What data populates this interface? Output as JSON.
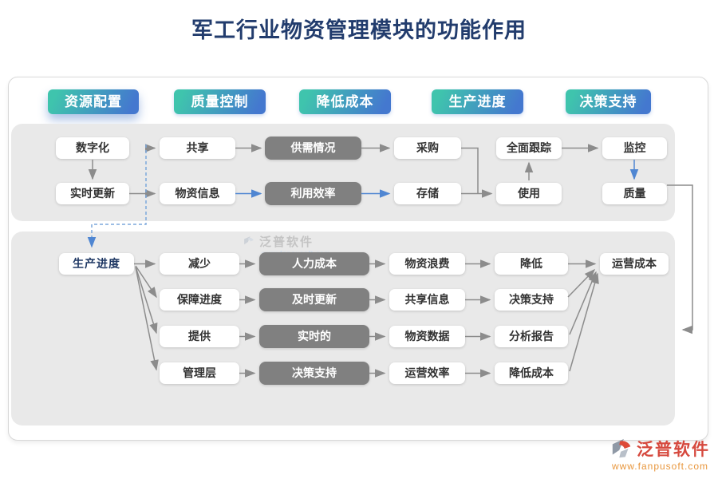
{
  "title": "军工行业物资管理模块的功能作用",
  "pills": {
    "resource": "资源配置",
    "quality_control": "质量控制",
    "cost_reduction": "降低成本",
    "production_progress": "生产进度",
    "decision_support": "决策支持"
  },
  "upper": {
    "digitalization": "数字化",
    "realtime_update": "实时更新",
    "sharing": "共享",
    "material_info": "物资信息",
    "supply_demand": "供需情况",
    "utilization": "利用效率",
    "procurement": "采购",
    "storage": "存储",
    "full_tracking": "全面跟踪",
    "usage": "使用",
    "monitoring": "监控",
    "quality": "质量"
  },
  "lower": {
    "source": "生产进度",
    "target": "运营成本",
    "rows": [
      {
        "step1": "减少",
        "step2": "人力成本",
        "step3": "物资浪费",
        "step4": "降低"
      },
      {
        "step1": "保障进度",
        "step2": "及时更新",
        "step3": "共享信息",
        "step4": "决策支持"
      },
      {
        "step1": "提供",
        "step2": "实时的",
        "step3": "物资数据",
        "step4": "分析报告"
      },
      {
        "step1": "管理层",
        "step2": "决策支持",
        "step3": "运营效率",
        "step4": "降低成本"
      }
    ]
  },
  "watermark": {
    "brand": "泛普软件",
    "url": "www.fanpusoft.com"
  },
  "footer": {
    "brand": "泛普软件",
    "url": "www.fanpusoft.com"
  },
  "colors": {
    "accent_teal": "#3fc4ad",
    "accent_blue": "#4478cf",
    "dark_node": "#808080",
    "panel_gray": "#e9e9e9",
    "title_navy": "#223c6d",
    "arrow_gray": "#8c8c8c",
    "arrow_blue": "#4f86d2",
    "brand_red": "#d6493e",
    "brand_orange": "#e8963c"
  }
}
